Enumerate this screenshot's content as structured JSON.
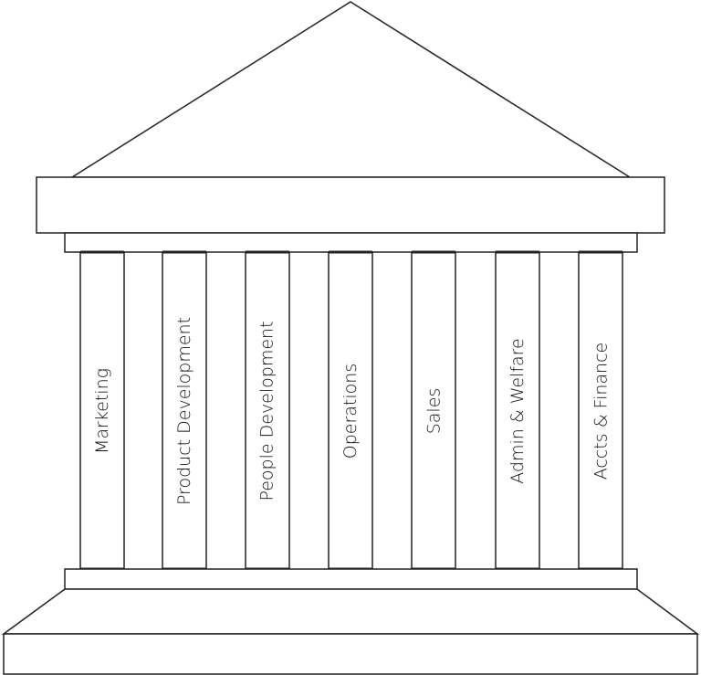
{
  "pillars": [
    {
      "label": "Marketing"
    },
    {
      "label": "Product Development"
    },
    {
      "label": "People Development"
    },
    {
      "label": "Operations"
    },
    {
      "label": "Sales"
    },
    {
      "label": "Admin & Welfare"
    },
    {
      "label": "Accts & Finance"
    }
  ]
}
